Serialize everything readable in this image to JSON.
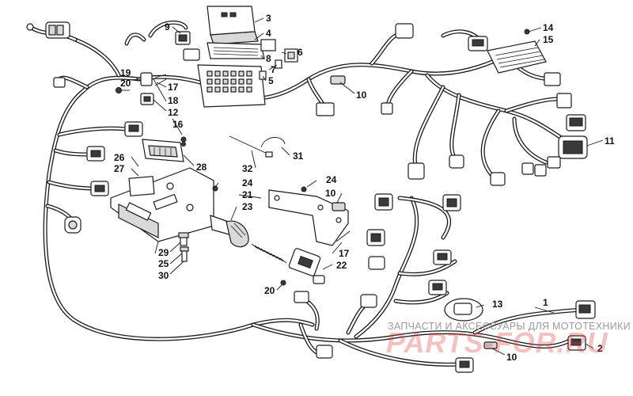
{
  "callouts": {
    "c1": "1",
    "c2": "2",
    "c3": "3",
    "c4": "4",
    "c5": "5",
    "c6": "6",
    "c7": "7",
    "c8": "8",
    "c9": "9",
    "c10a": "10",
    "c10b": "10",
    "c10c": "10",
    "c11": "11",
    "c12": "12",
    "c13": "13",
    "c14": "14",
    "c15": "15",
    "c16": "16",
    "c17a": "17",
    "c17b": "17",
    "c18": "18",
    "c19": "19",
    "c20a": "20",
    "c20b": "20",
    "c21": "21",
    "c22": "22",
    "c23": "23",
    "c24a": "24",
    "c24b": "24",
    "c25": "25",
    "c26": "26",
    "c27": "27",
    "c28": "28",
    "c29": "29",
    "c30": "30",
    "c31": "31",
    "c32": "32"
  },
  "watermark": {
    "tagline": "ЗАПЧАСТИ И АКСЕССУАРЫ ДЛЯ МОТОТЕХНИКИ",
    "logo": "PARTS-FOR.RU"
  },
  "colors": {
    "line": "#1a1a1a",
    "watermark_text": "#9a9a9a",
    "watermark_logo": "#e13c3c"
  }
}
